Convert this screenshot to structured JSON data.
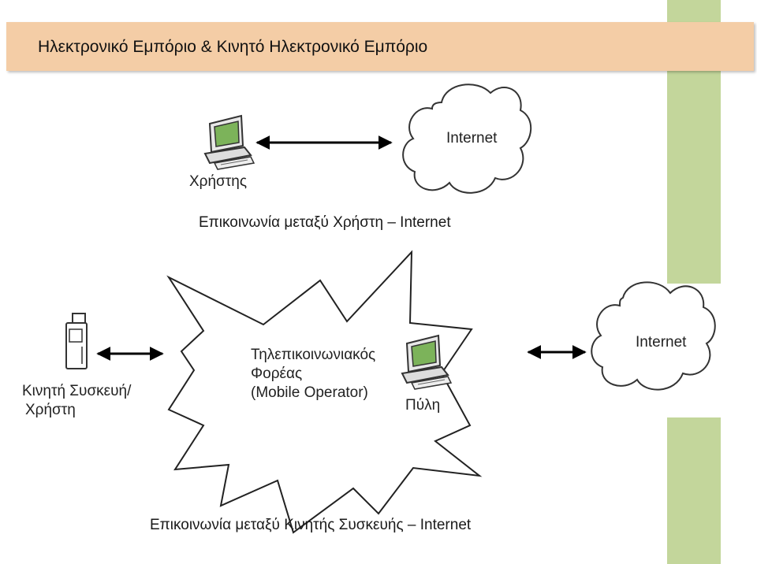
{
  "slide": {
    "title": "Ηλεκτρονικό Εμπόριο & Κινητό Ηλεκτρονικό Εμπόριο",
    "colors": {
      "title_bar": "#f4cda6",
      "side_stripe": "#c3d69b",
      "screen": "#7cb35a"
    }
  },
  "top_scenario": {
    "user_label": "Χρήστης",
    "internet_label": "Internet",
    "caption": "Επικοινωνία μεταξύ Χρήστη – Internet",
    "icons": [
      "computer-icon",
      "cloud-icon",
      "double-arrow-icon"
    ]
  },
  "bottom_scenario": {
    "device_label_line1": "Κινητή Συσκευή/",
    "device_label_line2": "Χρήστη",
    "operator_line1": "Τηλεπικοινωνιακός",
    "operator_line2": "Φορέας",
    "operator_line3": "(Mobile Operator)",
    "gateway_label": "Πύλη",
    "internet_label": "Internet",
    "caption": "Επικοινωνία μεταξύ Κινητής Συσκευής – Internet",
    "icons": [
      "mobile-phone-icon",
      "burst-shape",
      "computer-icon",
      "cloud-icon",
      "double-arrow-icon"
    ]
  }
}
